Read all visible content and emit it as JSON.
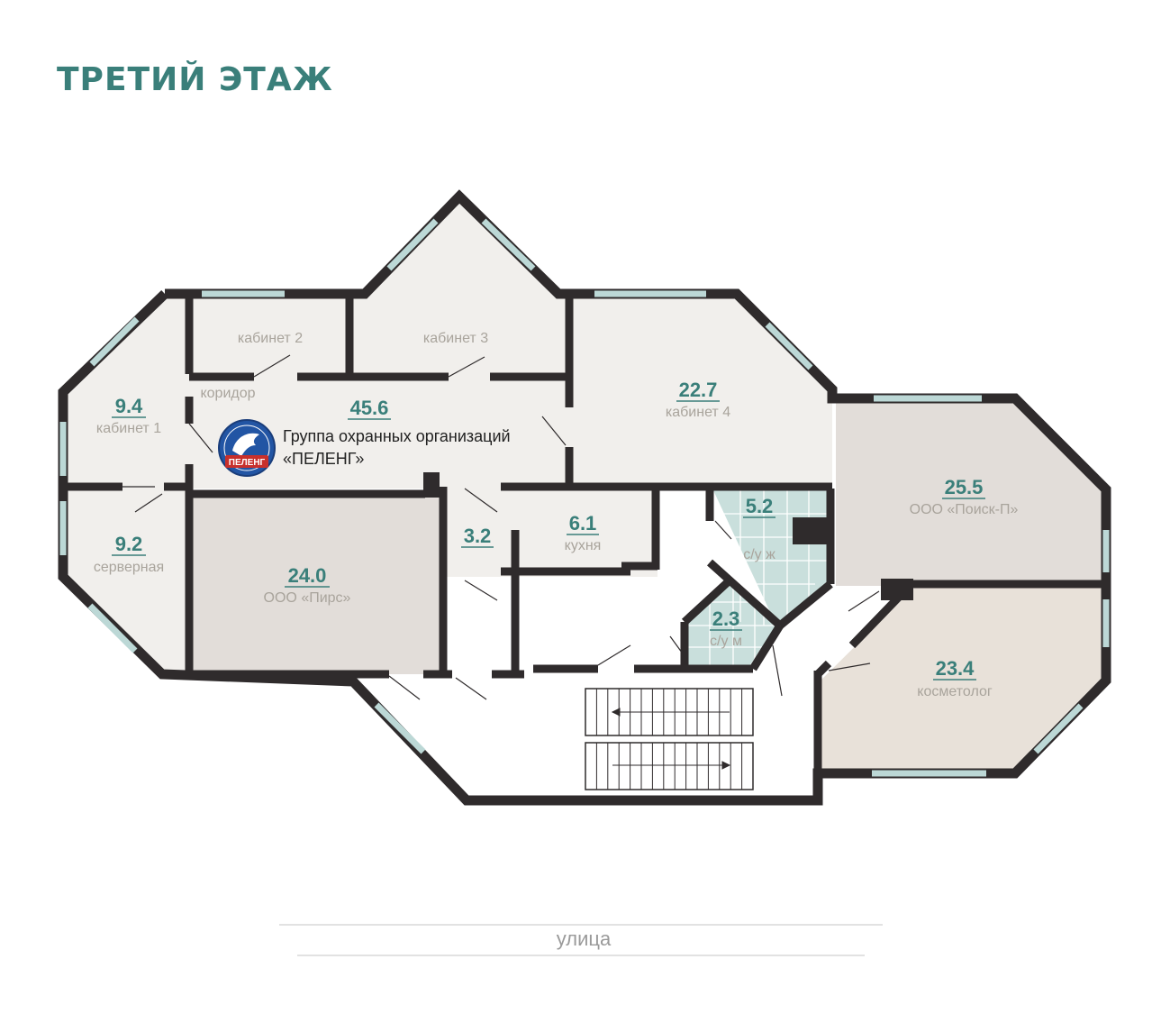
{
  "title": "ТРЕТИЙ ЭТАЖ",
  "colors": {
    "accent": "#3a7f7a",
    "wall": "#2f2b2c",
    "window": "#bcd8d6",
    "floor_light": "#f1efec",
    "floor_tenant": "#e2ddd9",
    "floor_beauty": "#e8e1d9",
    "floor_tile": "#c9dfdc"
  },
  "rooms": [
    {
      "key": "r1",
      "area": "9.4",
      "name": "кабинет 1"
    },
    {
      "key": "r2",
      "area": "",
      "name": "кабинет 2"
    },
    {
      "key": "r3",
      "area": "",
      "name": "кабинет 3"
    },
    {
      "key": "r4",
      "area": "22.7",
      "name": "кабинет 4"
    },
    {
      "key": "r5",
      "area": "45.6",
      "name": "коридор"
    },
    {
      "key": "r6",
      "area": "9.2",
      "name": "серверная"
    },
    {
      "key": "r7",
      "area": "24.0",
      "name": "ООО «Пирс»"
    },
    {
      "key": "r8",
      "area": "3.2",
      "name": ""
    },
    {
      "key": "r9",
      "area": "6.1",
      "name": "кухня"
    },
    {
      "key": "r10",
      "area": "5.2",
      "name": "с/у ж"
    },
    {
      "key": "r11",
      "area": "2.3",
      "name": "с/у м"
    },
    {
      "key": "r12",
      "area": "25.5",
      "name": "ООО «Поиск-П»"
    },
    {
      "key": "r13",
      "area": "23.4",
      "name": "косметолог"
    }
  ],
  "tenant": {
    "line1": "Группа охранных организаций",
    "line2": "«ПЕЛЕНГ»",
    "logo_text": "ПЕЛЕНГ",
    "logo_icon": "griffin-emblem-icon"
  },
  "street": "улица"
}
